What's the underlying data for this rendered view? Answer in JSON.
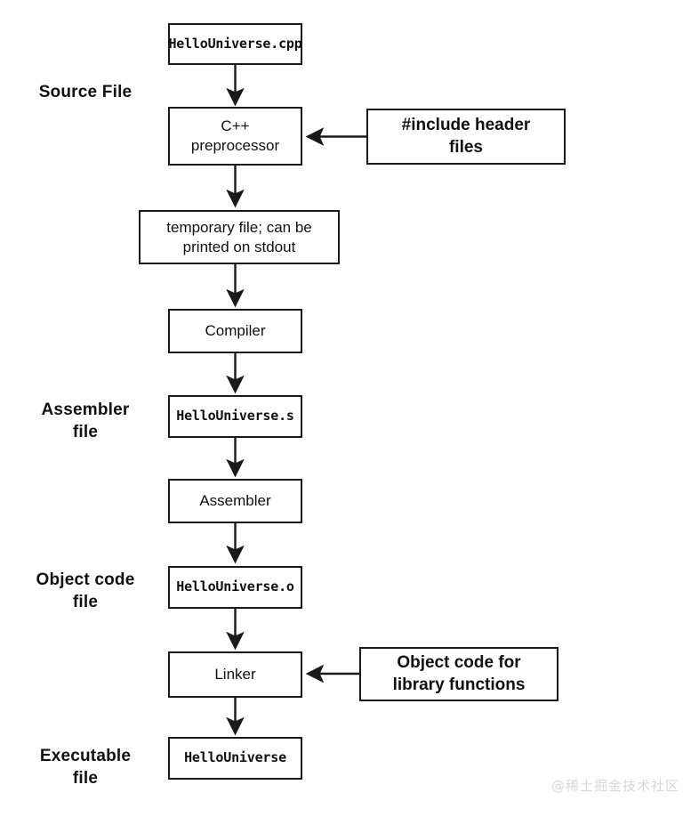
{
  "diagram": {
    "title": "C++ compilation pipeline",
    "stroke_color": "#1a1a1a",
    "background_color": "#ffffff",
    "watermark": "@稀土掘金技术社区"
  },
  "stage_labels": [
    {
      "id": "source-file",
      "text": "Source File"
    },
    {
      "id": "assembler-file",
      "text": "Assembler\nfile"
    },
    {
      "id": "object-code-file",
      "text": "Object code\nfile"
    },
    {
      "id": "executable-file",
      "text": "Executable\nfile"
    }
  ],
  "nodes": [
    {
      "id": "source-cpp",
      "text": "HelloUniverse.cpp"
    },
    {
      "id": "preprocessor",
      "text": "C++\npreprocessor"
    },
    {
      "id": "include-headers",
      "text": "#include header\nfiles"
    },
    {
      "id": "temp-file",
      "text": "temporary file; can be\nprinted on stdout"
    },
    {
      "id": "compiler",
      "text": "Compiler"
    },
    {
      "id": "assembly-file",
      "text": "HelloUniverse.s"
    },
    {
      "id": "assembler",
      "text": "Assembler"
    },
    {
      "id": "object-file",
      "text": "HelloUniverse.o"
    },
    {
      "id": "linker",
      "text": "Linker"
    },
    {
      "id": "library-objects",
      "text": "Object code for\nlibrary functions"
    },
    {
      "id": "executable",
      "text": "HelloUniverse"
    }
  ],
  "edges": [
    {
      "from": "source-cpp",
      "to": "preprocessor",
      "direction": "down"
    },
    {
      "from": "include-headers",
      "to": "preprocessor",
      "direction": "left"
    },
    {
      "from": "preprocessor",
      "to": "temp-file",
      "direction": "down"
    },
    {
      "from": "temp-file",
      "to": "compiler",
      "direction": "down"
    },
    {
      "from": "compiler",
      "to": "assembly-file",
      "direction": "down"
    },
    {
      "from": "assembly-file",
      "to": "assembler",
      "direction": "down"
    },
    {
      "from": "assembler",
      "to": "object-file",
      "direction": "down"
    },
    {
      "from": "object-file",
      "to": "linker",
      "direction": "down"
    },
    {
      "from": "library-objects",
      "to": "linker",
      "direction": "left"
    },
    {
      "from": "linker",
      "to": "executable",
      "direction": "down"
    }
  ]
}
